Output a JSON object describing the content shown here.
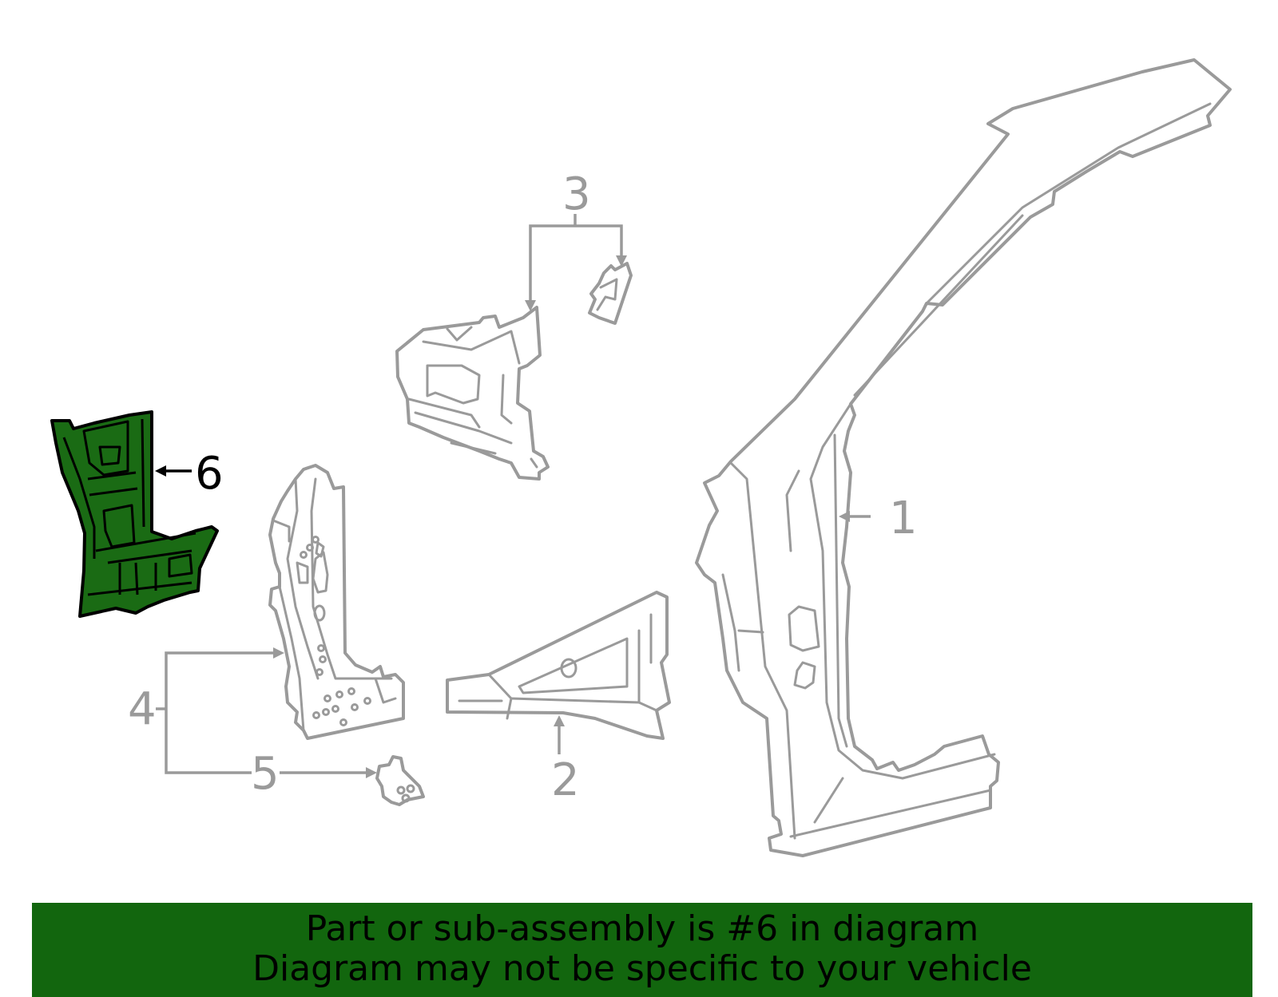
{
  "diagram": {
    "callouts": [
      {
        "id": "1",
        "label": "1"
      },
      {
        "id": "2",
        "label": "2"
      },
      {
        "id": "3",
        "label": "3"
      },
      {
        "id": "4",
        "label": "4"
      },
      {
        "id": "5",
        "label": "5"
      },
      {
        "id": "6",
        "label": "6",
        "highlighted": true
      }
    ],
    "highlight_color": "#1a6b14",
    "line_color": "#9a9a9a"
  },
  "banner": {
    "line1": "Part or sub-assembly is #6 in diagram",
    "line2": "Diagram may not be specific to your vehicle",
    "background": "#12660e"
  }
}
